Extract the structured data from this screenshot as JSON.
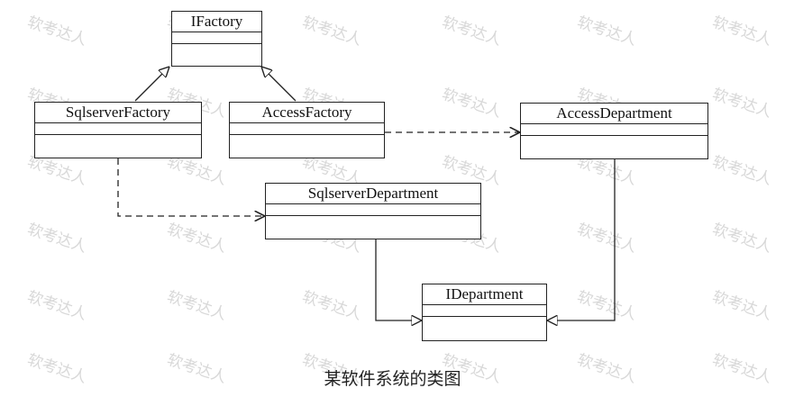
{
  "watermark": "软考达人",
  "classes": {
    "ifactory": "IFactory",
    "sqlserver_factory": "SqlserverFactory",
    "access_factory": "AccessFactory",
    "access_department": "AccessDepartment",
    "sqlserver_department": "SqlserverDepartment",
    "idepartment": "IDepartment"
  },
  "relations": [
    {
      "from": "SqlserverFactory",
      "to": "IFactory",
      "kind": "realization"
    },
    {
      "from": "AccessFactory",
      "to": "IFactory",
      "kind": "realization"
    },
    {
      "from": "AccessFactory",
      "to": "AccessDepartment",
      "kind": "dependency"
    },
    {
      "from": "SqlserverFactory",
      "to": "SqlserverDepartment",
      "kind": "dependency"
    },
    {
      "from": "SqlserverDepartment",
      "to": "IDepartment",
      "kind": "realization"
    },
    {
      "from": "AccessDepartment",
      "to": "IDepartment",
      "kind": "realization"
    }
  ],
  "caption": "某软件系统的类图",
  "colors": {
    "line": "#222222",
    "watermark": "#d8d8d8",
    "background": "#ffffff"
  }
}
